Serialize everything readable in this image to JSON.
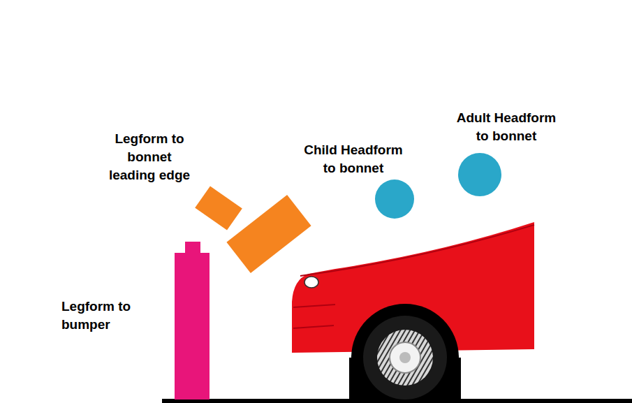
{
  "diagram": {
    "labels": [
      "Legform to bonnet leading edge",
      "Child Headform to bonnet",
      "Adult Headform to bonnet",
      "Legform to bumper"
    ]
  }
}
